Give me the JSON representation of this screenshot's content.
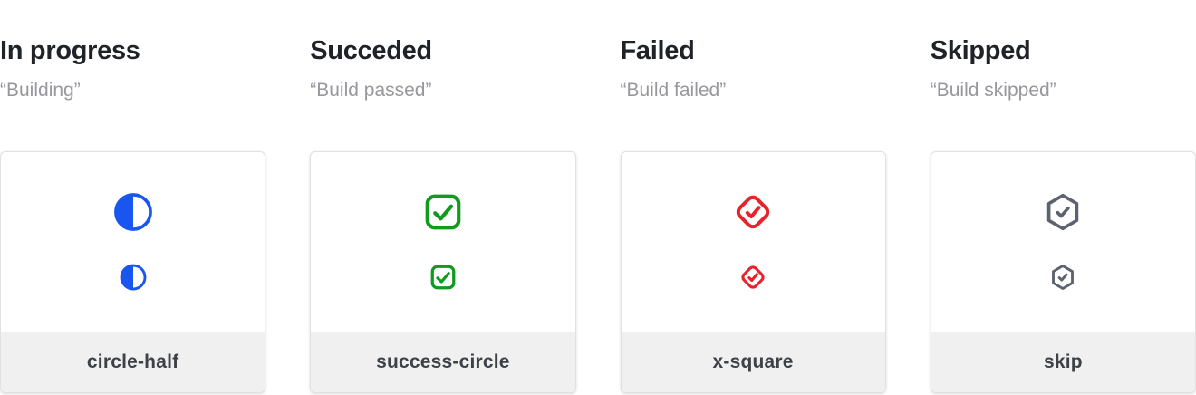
{
  "page": {
    "background": "#ffffff",
    "card_footer_background": "#f0f0f1",
    "card_border_color": "#e1e1e3",
    "title_color": "#1f2227",
    "subtitle_color": "#97979e",
    "label_color": "#3e4247"
  },
  "columns": [
    {
      "title": "In progress",
      "subtitle": "“Building”",
      "icon": "circle-half-icon",
      "label": "circle-half",
      "color": "#1956f0"
    },
    {
      "title": "Succeded",
      "subtitle": "“Build passed”",
      "icon": "success-circle-icon",
      "label": "success-circle",
      "color": "#0f9c1d"
    },
    {
      "title": "Failed",
      "subtitle": "“Build failed”",
      "icon": "x-square-icon",
      "label": "x-square",
      "color": "#e7242c"
    },
    {
      "title": "Skipped",
      "subtitle": "“Build skipped”",
      "icon": "skip-icon",
      "label": "skip",
      "color": "#5c6370"
    }
  ]
}
